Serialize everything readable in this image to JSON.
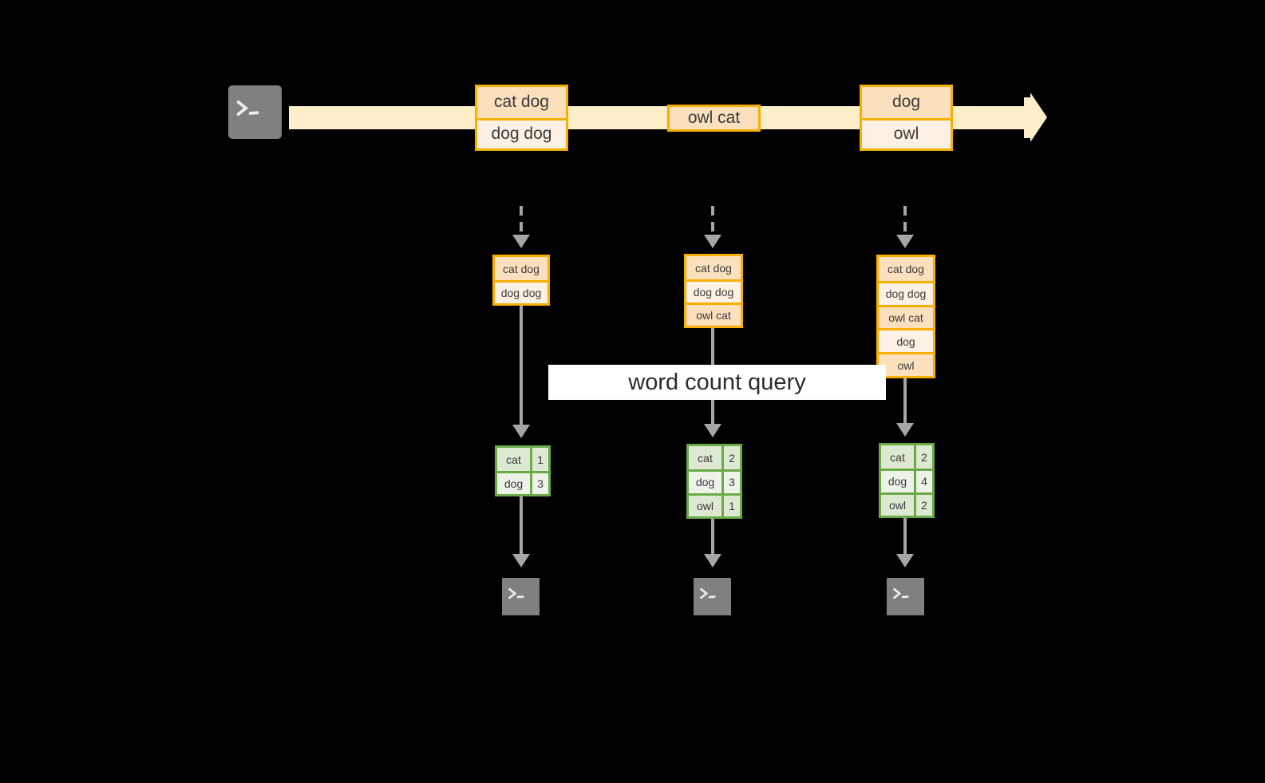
{
  "diagram": {
    "title_label": "word count query",
    "colors": {
      "stream_band": "#fdeec9",
      "orange_border": "#f5b000",
      "orange_fill_dark": "#fbe0bd",
      "orange_fill_light": "#fdf0e4",
      "green_border": "#6aab46",
      "green_fill_dark": "#dde9d3",
      "green_fill_light": "#eef3ea",
      "arrow_grey": "#a6a6a6",
      "terminal_grey": "#808080",
      "background": "#000000",
      "label_bg": "#ffffff"
    },
    "source": {
      "icon": "terminal-icon",
      "prompt_glyph": ">_"
    },
    "stream": {
      "arrow_icon": "stream-arrow-icon",
      "events": [
        {
          "lines": [
            "cat dog",
            "dog dog"
          ]
        },
        {
          "lines": [
            "owl cat"
          ]
        },
        {
          "lines": [
            "dog",
            "owl"
          ]
        }
      ]
    },
    "snapshots": [
      {
        "name": "snapshot-1",
        "input_lines": [
          "cat dog",
          "dog dog"
        ],
        "result_header": null,
        "result_rows": [
          {
            "word": "cat",
            "count": "1"
          },
          {
            "word": "dog",
            "count": "3"
          }
        ],
        "sink_icon": "terminal-icon",
        "sink_prompt_glyph": ">_"
      },
      {
        "name": "snapshot-2",
        "input_lines": [
          "cat dog",
          "dog dog",
          "owl cat"
        ],
        "result_header": null,
        "result_rows": [
          {
            "word": "cat",
            "count": "2"
          },
          {
            "word": "dog",
            "count": "3"
          },
          {
            "word": "owl",
            "count": "1"
          }
        ],
        "sink_icon": "terminal-icon",
        "sink_prompt_glyph": ">_"
      },
      {
        "name": "snapshot-3",
        "input_lines": [
          "cat dog",
          "dog dog",
          "owl cat",
          "dog",
          "owl"
        ],
        "result_header": null,
        "result_rows": [
          {
            "word": "cat",
            "count": "2"
          },
          {
            "word": "dog",
            "count": "4"
          },
          {
            "word": "owl",
            "count": "2"
          }
        ],
        "sink_icon": "terminal-icon",
        "sink_prompt_glyph": ">_"
      }
    ]
  }
}
